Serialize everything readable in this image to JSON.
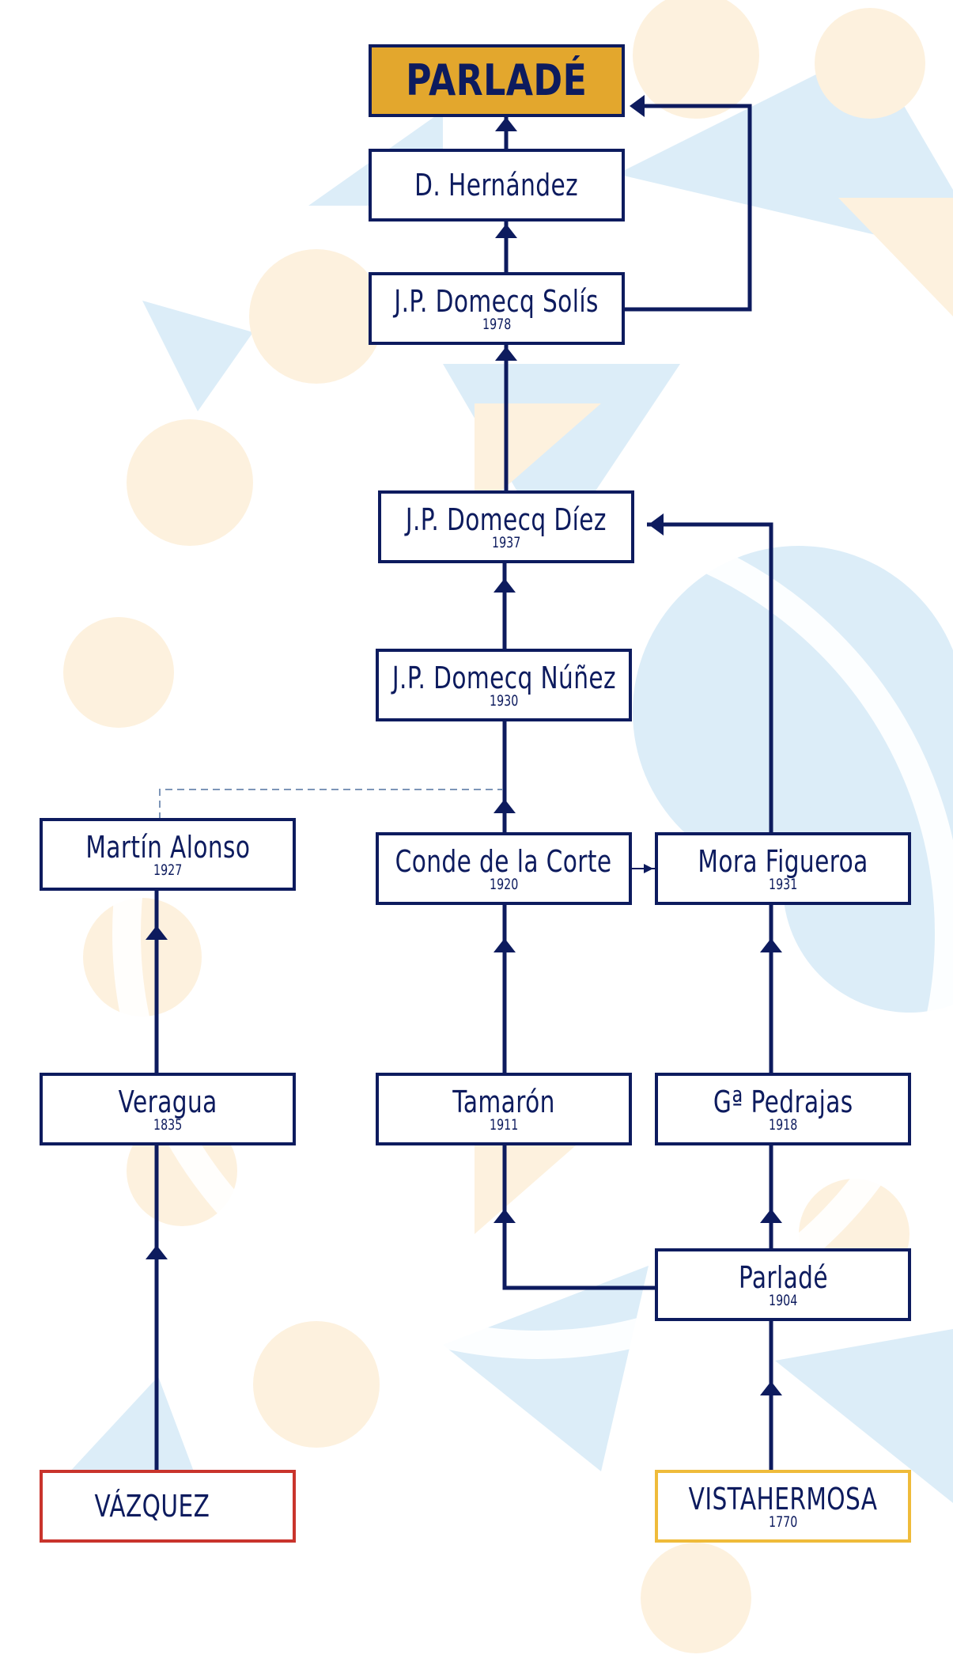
{
  "colors": {
    "line": "#0d1b5e",
    "root_fill": "#e3a72d",
    "vazquez_border": "#c9342c",
    "vistahermosa_border": "#efbb3a",
    "bg_blue": "#dcedf8",
    "bg_peach": "#fdf1de",
    "dashed": "#7d95b8"
  },
  "nodes": {
    "parlade_root": {
      "name": "PARLADÉ"
    },
    "d_hernandez": {
      "name": "D. Hernández"
    },
    "jp_domecq_solis": {
      "name": "J.P. Domecq Solís",
      "year": "1978"
    },
    "jp_domecq_diez": {
      "name": "J.P. Domecq Díez",
      "year": "1937"
    },
    "jp_domecq_nunez": {
      "name": "J.P. Domecq Núñez",
      "year": "1930"
    },
    "martin_alonso": {
      "name": "Martín Alonso",
      "year": "1927"
    },
    "conde_de_la_corte": {
      "name": "Conde de la Corte",
      "year": "1920"
    },
    "mora_figueroa": {
      "name": "Mora Figueroa",
      "year": "1931"
    },
    "veragua": {
      "name": "Veragua",
      "year": "1835"
    },
    "tamaron": {
      "name": "Tamarón",
      "year": "1911"
    },
    "ga_pedrajas": {
      "name": "Gª Pedrajas",
      "year": "1918"
    },
    "parlade_1904": {
      "name": "Parladé",
      "year": "1904"
    },
    "vazquez": {
      "name": "VÁZQUEZ"
    },
    "vistahermosa": {
      "name": "VISTAHERMOSA",
      "year": "1770"
    }
  }
}
